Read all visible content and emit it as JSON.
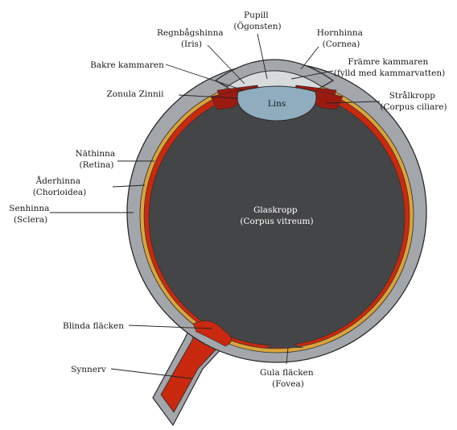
{
  "colors": {
    "sclera": "#a3a7ab",
    "sclera_outline": "#2a2a2a",
    "choroid": "#d9a43b",
    "retina": "#c8290f",
    "vitreous": "#444547",
    "lens": "#90adbf",
    "anterior_chamber": "#d8dbdc",
    "ciliary": "#9b1a10",
    "optic_nerve": "#c8290f"
  },
  "labels": {
    "pupil": [
      "Pupill",
      "(Ögonsten)"
    ],
    "iris": [
      "Regnbågshinna",
      "(Iris)"
    ],
    "cornea": [
      "Hornhinna",
      "(Cornea)"
    ],
    "anterior_chamber": [
      "Främre kammaren",
      "(fylld med kammarvatten)"
    ],
    "posterior_chamber": [
      "Bakre kammaren"
    ],
    "zonula": [
      "Zonula Zinnii"
    ],
    "lens": [
      "Lins"
    ],
    "ciliary_body": [
      "Strålkropp",
      "(Corpus ciliare)"
    ],
    "retina": [
      "Näthinna",
      "(Retina)"
    ],
    "choroid": [
      "Åderhinna",
      "(Chorioidea)"
    ],
    "sclera": [
      "Senhinna",
      "(Sclera)"
    ],
    "vitreous": [
      "Glaskropp",
      "(Corpus vitreum)"
    ],
    "blind_spot": [
      "Blinda fläcken"
    ],
    "optic_nerve": [
      "Synnerv"
    ],
    "fovea": [
      "Gula fläcken",
      "(Fovea)"
    ]
  }
}
